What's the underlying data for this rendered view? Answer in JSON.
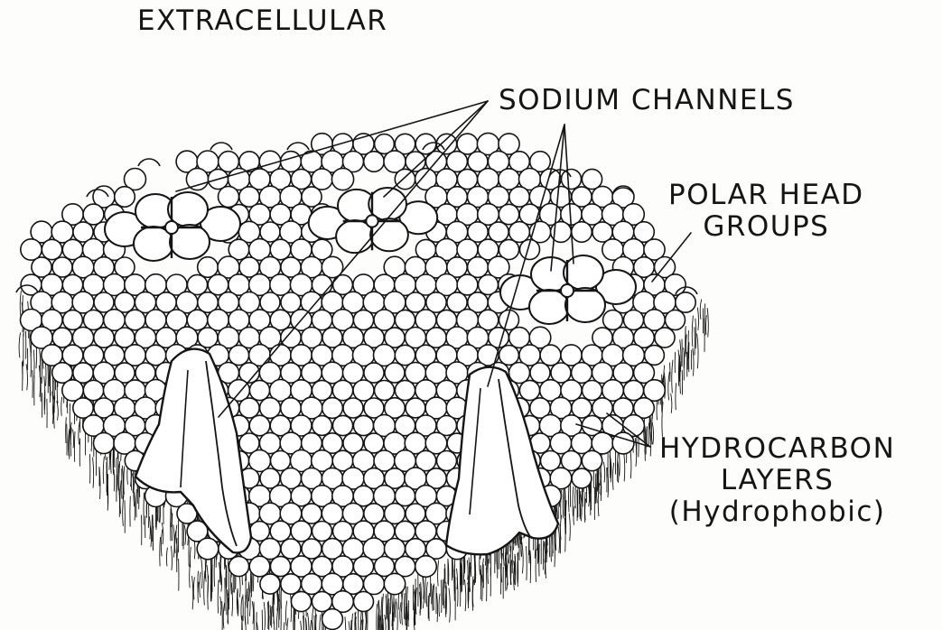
{
  "labels": {
    "extracellular": "EXTRACELLULAR",
    "sodium_channels": "SODIUM CHANNELS",
    "polar_head_groups": [
      "POLAR HEAD",
      "GROUPS"
    ],
    "hydrocarbon_layers": [
      "HYDROCARBON",
      "LAYERS",
      "(Hydrophobic)"
    ]
  },
  "colors": {
    "ink": "#151515",
    "paper": "#fdfdfb",
    "head_fill": "#ffffff"
  }
}
